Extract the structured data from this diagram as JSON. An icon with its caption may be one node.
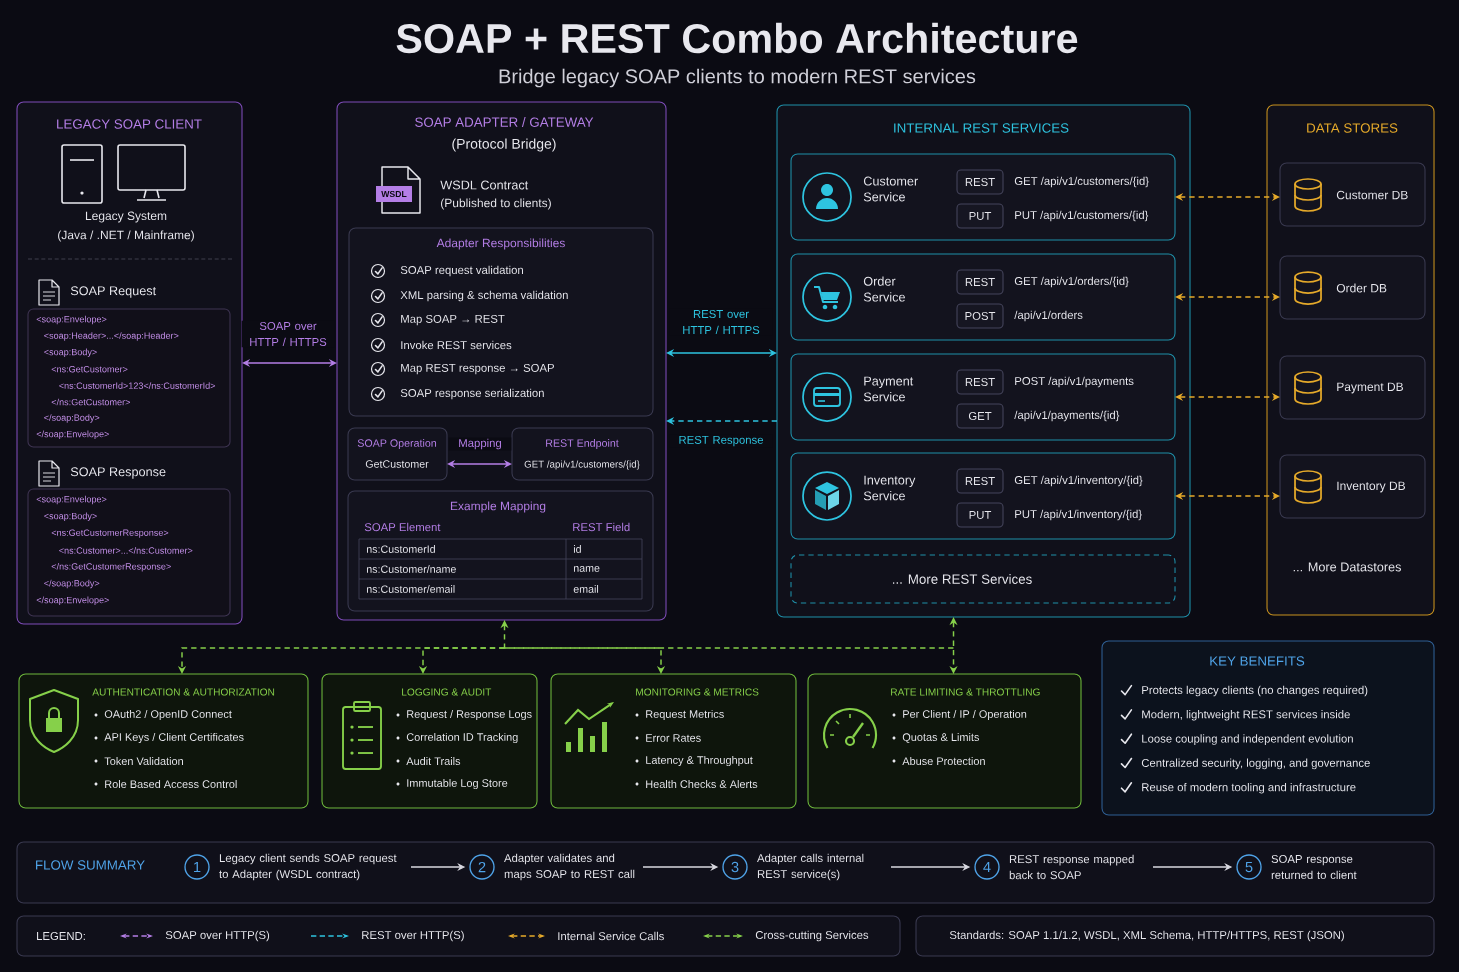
{
  "diagram": {
    "title": "SOAP + REST Combo Architecture",
    "nodes": [
      {
        "text": [
          "LEGACY SOAP CLIENT",
          "Legacy System",
          "(Java / .NET / Mainframe)"
        ]
      },
      {
        "text": [
          "SOAP Request",
          "<soap:Envelope>",
          "<soap:Header>...</soap:Header>",
          "<soap:Body>",
          "<ns:GetCustomer>",
          "<ns:CustomerId>123</ns:CustomerId>",
          "</ns:GetCustomer>",
          "</soap:Body>",
          "</soap:Envelope>"
        ],
        "in": 0
      },
      {
        "text": [
          "SOAP Response",
          "<soap:Envelope>",
          "<soap:Body>",
          "<ns:GetCustomerResponse>",
          "<ns:Customer>...</ns:Customer>",
          "</ns:GetCustomerResponse>",
          "</soap:Body>",
          "</soap:Envelope>"
        ],
        "in": 0
      },
      {
        "text": [
          "SOAP ADAPTER / GATEWAY",
          "(Protocol Bridge)",
          "WSDL",
          "WSDL Contract",
          "(Published to clients)"
        ]
      },
      {
        "text": [
          "Adapter Responsibilities",
          "SOAP request validation",
          "XML parsing & schema validation",
          "Map SOAP → REST",
          "Invoke REST services",
          "Map REST response → SOAP",
          "SOAP response serialization"
        ],
        "in": 3
      },
      {
        "text": [
          "SOAP Operation",
          "GetCustomer"
        ],
        "in": 3
      },
      {
        "text": [
          "REST Endpoint",
          "GET /api/v1/customers/{id}"
        ],
        "in": 3
      },
      {
        "text": [
          "Example Mapping",
          "SOAP Element",
          "REST Field",
          "ns:CustomerId",
          "id",
          "ns:Customer/name",
          "name",
          "ns:Customer/email",
          "email"
        ],
        "in": 3
      },
      {
        "text": [
          "INTERNAL REST SERVICES"
        ]
      },
      {
        "text": [
          "Customer Service",
          "GET /api/v1/customers/{id}",
          "PUT /api/v1/customers/{id}"
        ],
        "in": 8
      },
      {
        "text": [
          "REST"
        ],
        "in": 9
      },
      {
        "text": [
          "PUT"
        ],
        "in": 9
      },
      {
        "text": [
          "Order Service",
          "GET /api/v1/orders/{id}",
          "/api/v1/orders"
        ],
        "in": 8
      },
      {
        "text": [
          "REST"
        ],
        "in": 12
      },
      {
        "text": [
          "POST"
        ],
        "in": 12
      },
      {
        "text": [
          "Payment Service",
          "POST /api/v1/payments",
          "/api/v1/payments/{id}"
        ],
        "in": 8
      },
      {
        "text": [
          "REST"
        ],
        "in": 15
      },
      {
        "text": [
          "GET"
        ],
        "in": 15
      },
      {
        "text": [
          "Inventory Service",
          "GET /api/v1/inventory/{id}",
          "PUT /api/v1/inventory/{id}"
        ],
        "in": 8
      },
      {
        "text": [
          "REST"
        ],
        "in": 18
      },
      {
        "text": [
          "PUT"
        ],
        "in": 18
      },
      {
        "text": [
          "... More REST Services"
        ],
        "in": 8
      },
      {
        "text": [
          "DATA STORES",
          "... More Datastores"
        ]
      },
      {
        "text": [
          "Customer DB"
        ],
        "in": 22
      },
      {
        "text": [
          "Order DB"
        ],
        "in": 22
      },
      {
        "text": [
          "Payment DB"
        ],
        "in": 22
      },
      {
        "text": [
          "Inventory DB"
        ],
        "in": 22
      },
      {
        "text": [
          "AUTHENTICATION & AUTHORIZATION",
          "OAuth2 / OpenID Connect",
          "API Keys / Client Certificates",
          "Token Validation",
          "Role Based Access Control"
        ]
      },
      {
        "text": [
          "LOGGING & AUDIT",
          "Request / Response Logs",
          "Correlation ID Tracking",
          "Audit Trails",
          "Immutable Log Store"
        ]
      },
      {
        "text": [
          "MONITORING & METRICS",
          "Request Metrics",
          "Error Rates",
          "Latency & Throughput",
          "Health Checks & Alerts"
        ]
      },
      {
        "text": [
          "RATE LIMITING & THROTTLING",
          "Per Client / IP / Operation",
          "Quotas & Limits",
          "Abuse Protection"
        ]
      },
      {
        "text": [
          "KEY BENEFITS",
          "Protects legacy clients (no changes required)",
          "Modern, lightweight REST services inside",
          "Loose coupling and independent evolution",
          "Centralized security, logging, and governance",
          "Reuse of modern tooling and infrastructure"
        ]
      },
      {
        "text": [
          "FLOW SUMMARY"
        ]
      },
      {
        "text": [
          "1"
        ],
        "in": 32,
        "beside": [
          "Legacy client sends SOAP request to Adapter (WSDL contract)"
        ]
      },
      {
        "text": [
          "2"
        ],
        "in": 32,
        "beside": [
          "Adapter validates and maps SOAP to REST call"
        ]
      },
      {
        "text": [
          "3"
        ],
        "in": 32,
        "beside": [
          "Adapter calls internal REST service(s)"
        ]
      },
      {
        "text": [
          "4"
        ],
        "in": 32,
        "beside": [
          "REST response mapped back to SOAP"
        ]
      },
      {
        "text": [
          "5"
        ],
        "in": 32,
        "beside": [
          "SOAP response returned to client"
        ]
      },
      {
        "text": [
          "Standards: SOAP 1.1/1.2, WSDL, XML Schema, HTTP/HTTPS, REST (JSON)"
        ]
      }
    ],
    "edges": [
      {
        "from": 0,
        "to": 3,
        "arrow": "both",
        "label": "SOAP over HTTP / HTTPS",
        "color": "#b47ee6"
      },
      {
        "from": 3,
        "to": 8,
        "arrow": "both",
        "label": "REST over HTTP / HTTPS",
        "color": "#2ec4e0"
      },
      {
        "from": 8,
        "to": 3,
        "arrow": "to",
        "label": "REST Response",
        "style": "dashed",
        "color": "#2ec4e0"
      },
      {
        "from": 5,
        "to": 6,
        "arrow": "both",
        "label": "Mapping",
        "color": "#b47ee6"
      },
      {
        "from": 9,
        "to": 23,
        "arrow": "both",
        "style": "dashed",
        "color": "#e6aa2a"
      },
      {
        "from": 12,
        "to": 24,
        "arrow": "both",
        "style": "dashed",
        "color": "#e6aa2a"
      },
      {
        "from": 15,
        "to": 25,
        "arrow": "both",
        "style": "dashed",
        "color": "#e6aa2a"
      },
      {
        "from": 18,
        "to": 26,
        "arrow": "both",
        "style": "dashed",
        "color": "#e6aa2a"
      },
      {
        "from": 3,
        "to": 27,
        "arrow": "both",
        "style": "dashed",
        "color": "#86d04a"
      },
      {
        "from": 3,
        "to": 28,
        "arrow": "both",
        "style": "dashed",
        "color": "#86d04a"
      },
      {
        "from": 3,
        "to": 29,
        "arrow": "both",
        "style": "dashed",
        "color": "#86d04a"
      },
      {
        "from": 8,
        "to": 30,
        "arrow": "both",
        "style": "dashed",
        "color": "#86d04a"
      },
      {
        "from": 33,
        "to": 34,
        "arrow": "to",
        "color": "#d8d8e0"
      },
      {
        "from": 34,
        "to": 35,
        "arrow": "to",
        "color": "#d8d8e0"
      },
      {
        "from": 35,
        "to": 36,
        "arrow": "to",
        "color": "#d8d8e0"
      },
      {
        "from": 36,
        "to": 37,
        "arrow": "to",
        "color": "#d8d8e0"
      }
    ],
    "labels": [
      "Bridge legacy SOAP clients to modern REST services",
      "LEGEND:"
    ],
    "legend": [
      {
        "text": "SOAP over HTTP(S)"
      },
      {
        "text": "REST over HTTP(S)"
      },
      {
        "text": "Internal Service Calls"
      },
      {
        "text": "Cross-cutting Services"
      }
    ]
  }
}
